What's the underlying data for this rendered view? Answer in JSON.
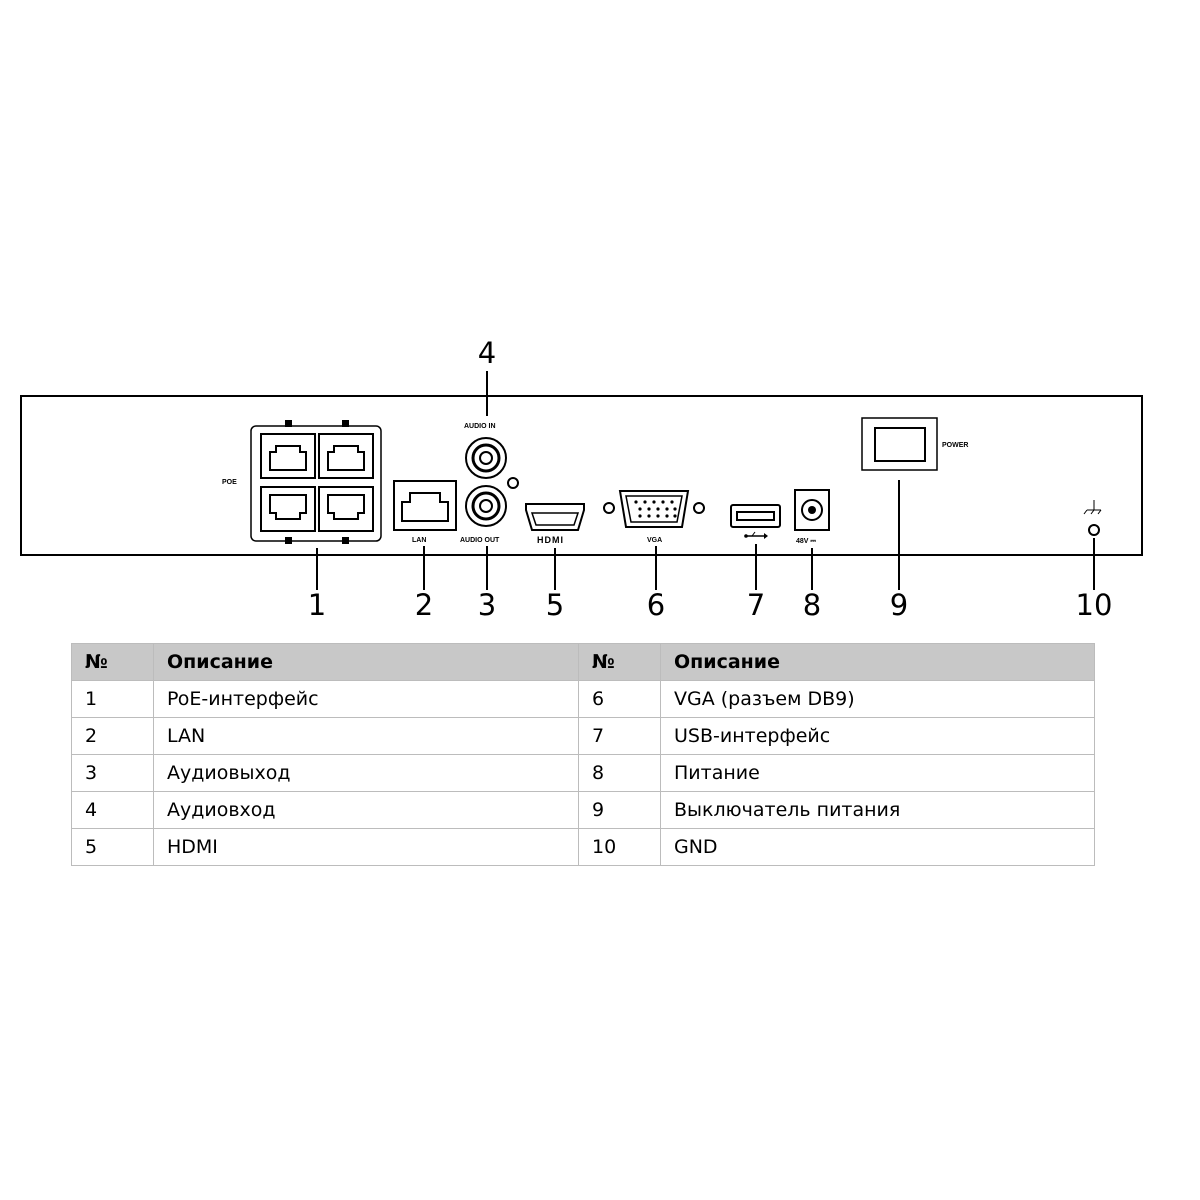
{
  "panel": {
    "labels": {
      "poe": "POE",
      "lan": "LAN",
      "audio_in": "AUDIO IN",
      "audio_out": "AUDIO OUT",
      "hdmi": "HDMI",
      "vga": "VGA",
      "dc": "48V ⎓",
      "power": "POWER"
    },
    "usb_icon": "usb-icon",
    "gnd_icon": "ground-icon"
  },
  "callouts": [
    "1",
    "2",
    "3",
    "4",
    "5",
    "6",
    "7",
    "8",
    "9",
    "10"
  ],
  "table": {
    "headers": [
      "№",
      "Описание",
      "№",
      "Описание"
    ],
    "rows": [
      [
        "1",
        "PoE-интерфейс",
        "6",
        "VGA (разъем DB9)"
      ],
      [
        "2",
        "LAN",
        "7",
        "USB-интерфейс"
      ],
      [
        "3",
        "Аудиовыход",
        "8",
        "Питание"
      ],
      [
        "4",
        "Аудиовход",
        "9",
        "Выключатель питания"
      ],
      [
        "5",
        "HDMI",
        "10",
        "GND"
      ]
    ]
  }
}
